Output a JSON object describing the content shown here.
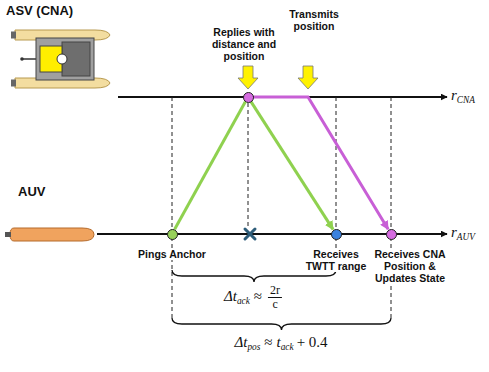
{
  "diagram": {
    "nodes": [
      {
        "text": [
          "Replies with distance and position"
        ]
      },
      {
        "text": [
          "Pings Anchor"
        ]
      },
      {
        "text": [
          "Receives TWTT range"
        ]
      },
      {
        "text": [
          "Receives CNA Position & Updates State"
        ]
      }
    ],
    "edges": [
      {
        "from": 1,
        "to": 0,
        "arrow": "none"
      },
      {
        "from": 0,
        "to": 2,
        "arrow": "to"
      },
      {
        "from": 0,
        "to": 3,
        "arrow": "to"
      }
    ],
    "labels": [
      "ASV (CNA)",
      "AUV",
      "r",
      "CNA",
      "r",
      "AUV",
      "Transmits position",
      "Δt",
      "ack",
      "≈",
      "2r",
      "c",
      "Δt",
      "pos",
      "≈",
      "t",
      "ack",
      "+ 0.4"
    ]
  }
}
